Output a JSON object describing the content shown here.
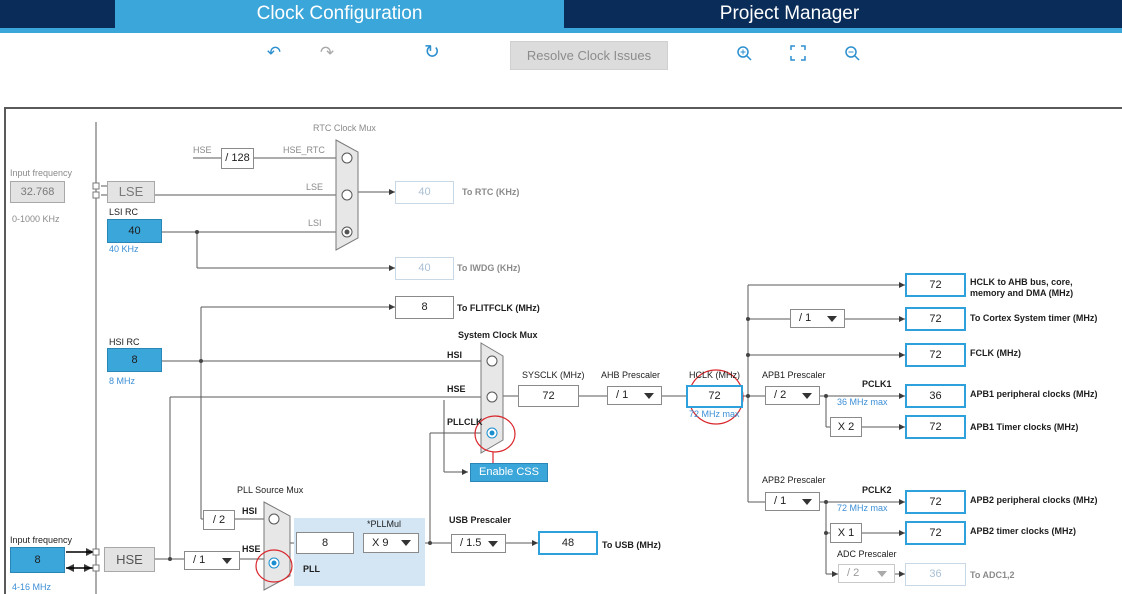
{
  "tabs": {
    "clock": "Clock Configuration",
    "project": "Project Manager"
  },
  "toolbar": {
    "undo_icon": "undo-icon",
    "redo_icon": "redo-icon",
    "refresh_icon": "refresh-icon",
    "resolve": "Resolve Clock Issues",
    "zoom_in_icon": "zoom-in-icon",
    "fit_icon": "fit-icon",
    "zoom_out_icon": "zoom-out-icon"
  },
  "lse_input": {
    "label": "Input frequency",
    "value": "32.768",
    "range": "0-1000 KHz"
  },
  "lse": {
    "label": "LSE"
  },
  "lsi": {
    "label": "LSI RC",
    "value": "40",
    "freq": "40 KHz"
  },
  "hsi": {
    "label": "HSI RC",
    "value": "8",
    "freq": "8 MHz"
  },
  "hse_input": {
    "label": "Input frequency",
    "value": "8",
    "range": "4-16 MHz"
  },
  "hse": {
    "label": "HSE"
  },
  "rtc": {
    "title": "RTC Clock Mux",
    "hse": "HSE",
    "div": "/ 128",
    "hse_rtc": "HSE_RTC",
    "lse": "LSE",
    "lsi": "LSI",
    "out_value": "40",
    "out_label": "To RTC (KHz)"
  },
  "iwdg": {
    "value": "40",
    "label": "To IWDG (KHz)"
  },
  "flit": {
    "value": "8",
    "label": "To FLITFCLK (MHz)"
  },
  "sysmux": {
    "title": "System Clock Mux",
    "hsi": "HSI",
    "hse": "HSE",
    "pllclk": "PLLCLK",
    "enable_css": "Enable CSS"
  },
  "sysclk": {
    "label": "SYSCLK (MHz)",
    "value": "72"
  },
  "ahb": {
    "label": "AHB Prescaler",
    "value": "/ 1"
  },
  "hclk": {
    "label": "HCLK (MHz)",
    "value": "72",
    "max": "72 MHz max"
  },
  "apb1": {
    "label": "APB1 Prescaler",
    "value": "/ 2",
    "pclk": "PCLK1",
    "max": "36 MHz max",
    "mult": "X 2"
  },
  "apb2": {
    "label": "APB2 Prescaler",
    "value": "/ 1",
    "pclk": "PCLK2",
    "max": "72 MHz max",
    "mult": "X 1"
  },
  "adc": {
    "label": "ADC Prescaler",
    "value": "/ 2",
    "out_value": "36",
    "out_label": "To ADC1,2"
  },
  "outputs": {
    "hclk_ahb": {
      "value": "72",
      "label": "HCLK to AHB bus, core, memory and DMA (MHz)"
    },
    "cortex_div": "/ 1",
    "cortex": {
      "value": "72",
      "label": "To Cortex System timer (MHz)"
    },
    "fclk": {
      "value": "72",
      "label": "FCLK (MHz)"
    },
    "apb1_periph": {
      "value": "36",
      "label": "APB1 peripheral clocks (MHz)"
    },
    "apb1_timer": {
      "value": "72",
      "label": "APB1 Timer clocks (MHz)"
    },
    "apb2_periph": {
      "value": "72",
      "label": "APB2 peripheral clocks (MHz)"
    },
    "apb2_timer": {
      "value": "72",
      "label": "APB2 timer clocks (MHz)"
    }
  },
  "pll": {
    "src_title": "PLL Source Mux",
    "hsi_div": "/ 2",
    "hsi": "HSI",
    "hse": "HSE",
    "hse_div": "/ 1",
    "label": "PLL",
    "mul_title": "*PLLMul",
    "input": "8",
    "mul": "X 9"
  },
  "usb": {
    "label": "USB Prescaler",
    "value": "/ 1.5",
    "out": "48",
    "out_label": "To USB (MHz)"
  }
}
